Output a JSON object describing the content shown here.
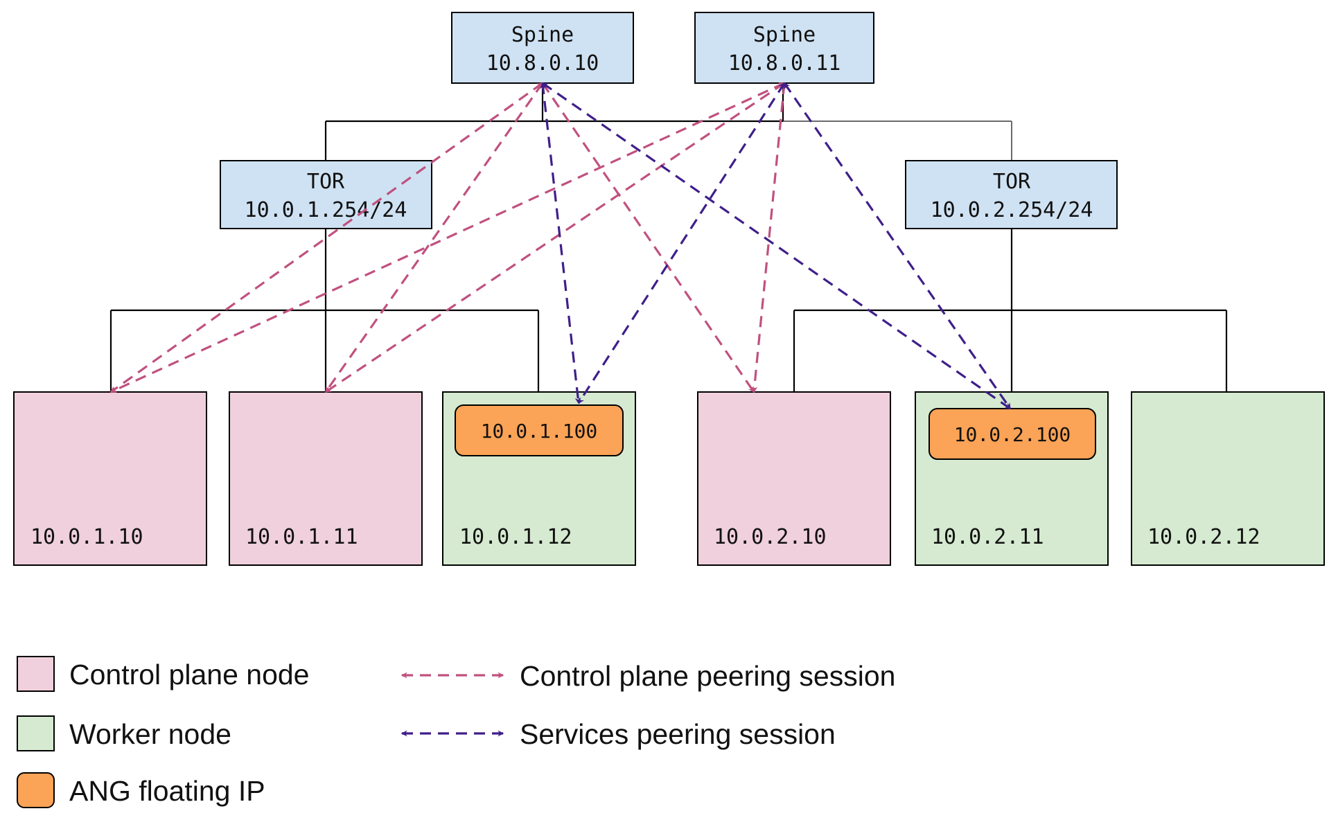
{
  "colors": {
    "switch_fill": "#cfe2f3",
    "control_plane_fill": "#f0d0dc",
    "worker_fill": "#d5ead0",
    "floating_ip_fill": "#fba356",
    "control_plane_session": "#c0517f",
    "services_session": "#3f1f8a"
  },
  "spines": [
    {
      "title": "Spine",
      "ip": "10.8.0.10"
    },
    {
      "title": "Spine",
      "ip": "10.8.0.11"
    }
  ],
  "tors": [
    {
      "title": "TOR",
      "subnet": "10.0.1.254/24"
    },
    {
      "title": "TOR",
      "subnet": "10.0.2.254/24"
    }
  ],
  "nodes": [
    {
      "ip": "10.0.1.10",
      "role": "control-plane"
    },
    {
      "ip": "10.0.1.11",
      "role": "control-plane"
    },
    {
      "ip": "10.0.1.12",
      "role": "worker",
      "floating_ip": "10.0.1.100"
    },
    {
      "ip": "10.0.2.10",
      "role": "control-plane"
    },
    {
      "ip": "10.0.2.11",
      "role": "worker",
      "floating_ip": "10.0.2.100"
    },
    {
      "ip": "10.0.2.12",
      "role": "worker"
    }
  ],
  "legend": {
    "control_plane_node": "Control plane node",
    "worker_node": "Worker node",
    "floating_ip": "ANG floating IP",
    "control_plane_peering": "Control plane peering session",
    "services_peering": "Services peering session"
  }
}
